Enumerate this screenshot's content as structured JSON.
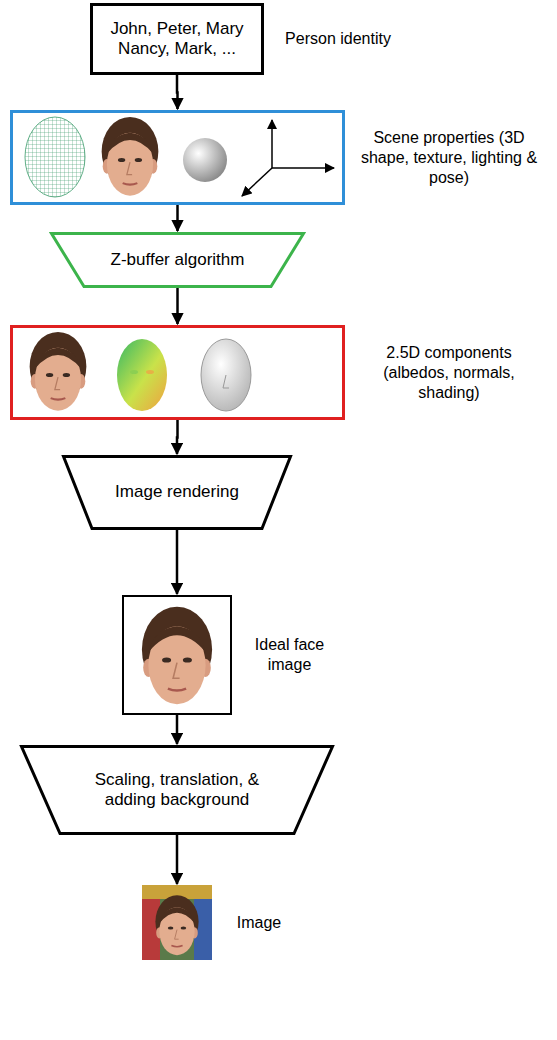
{
  "diagram": {
    "nodes": [
      {
        "text": [
          "John, Peter, Mary Nancy, Mark, ...",
          "Person identity"
        ]
      },
      {
        "text": [
          "Scene properties (3D shape, texture, lighting & pose)"
        ]
      },
      {
        "text": [
          "Z-buffer algorithm"
        ]
      },
      {
        "text": [
          "2.5D components (albedos, normals, shading)"
        ]
      },
      {
        "text": [
          "Image rendering"
        ]
      },
      {
        "text": [
          "Ideal face image"
        ]
      },
      {
        "text": [
          "Scaling, translation, & adding background"
        ]
      },
      {
        "text": [
          "Image"
        ]
      }
    ],
    "edges": [
      {
        "from": 0,
        "to": 1,
        "arrow": "to"
      },
      {
        "from": 1,
        "to": 2,
        "arrow": "to"
      },
      {
        "from": 2,
        "to": 3,
        "arrow": "to"
      },
      {
        "from": 3,
        "to": 4,
        "arrow": "to"
      },
      {
        "from": 4,
        "to": 5,
        "arrow": "to"
      },
      {
        "from": 5,
        "to": 6,
        "arrow": "to"
      },
      {
        "from": 6,
        "to": 7,
        "arrow": "to"
      }
    ]
  }
}
